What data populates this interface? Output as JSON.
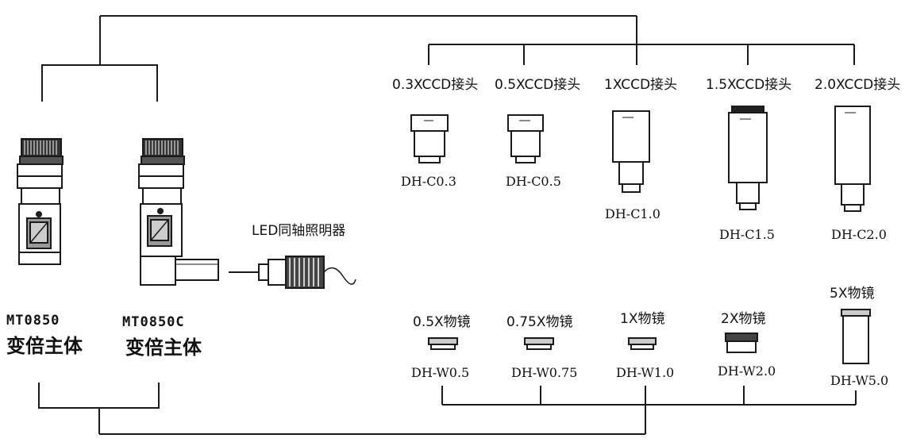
{
  "colors": {
    "line": "#1a1a1a",
    "fill": "#ffffff",
    "dark": "#222222"
  },
  "bodies": [
    {
      "model": "MT0850",
      "name": "变倍主体"
    },
    {
      "model": "MT0850C",
      "name": "变倍主体"
    }
  ],
  "illuminator": {
    "label": "LED同轴照明器"
  },
  "ccd_adapters": [
    {
      "label": "0.3XCCD接头",
      "code": "DH-C0.3"
    },
    {
      "label": "0.5XCCD接头",
      "code": "DH-C0.5"
    },
    {
      "label": "1XCCD接头",
      "code": "DH-C1.0"
    },
    {
      "label": "1.5XCCD接头",
      "code": "DH-C1.5"
    },
    {
      "label": "2.0XCCD接头",
      "code": "DH-C2.0"
    }
  ],
  "objectives": [
    {
      "label": "0.5X物镜",
      "code": "DH-W0.5"
    },
    {
      "label": "0.75X物镜",
      "code": "DH-W0.75"
    },
    {
      "label": "1X物镜",
      "code": "DH-W1.0"
    },
    {
      "label": "2X物镜",
      "code": "DH-W2.0"
    },
    {
      "label": "5X物镜",
      "code": "DH-W5.0"
    }
  ]
}
